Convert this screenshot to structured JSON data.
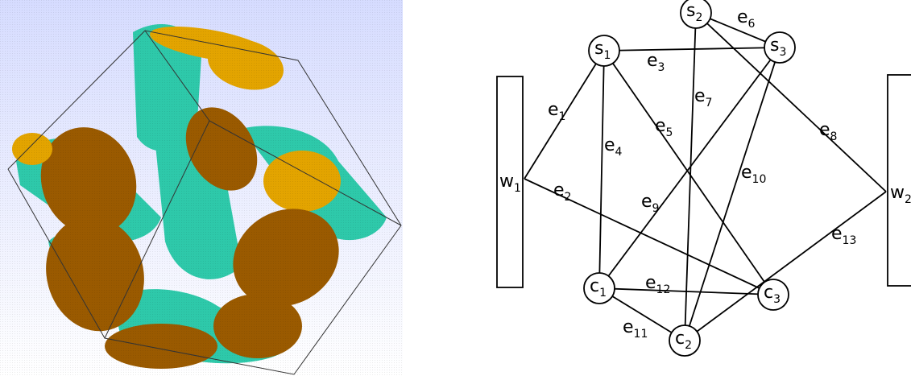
{
  "render": {
    "background_top": "#d6dcff",
    "background_bottom": "#ffffff",
    "fiber_color": "#2ec9aa",
    "cut_face_dark": "#9a5a00",
    "cut_face_light": "#e3a400"
  },
  "graph": {
    "walls": [
      {
        "id": "w1",
        "base": "w",
        "sub": "1"
      },
      {
        "id": "w2",
        "base": "w",
        "sub": "2"
      }
    ],
    "nodes": [
      {
        "id": "s1",
        "base": "s",
        "sub": "1"
      },
      {
        "id": "s2",
        "base": "s",
        "sub": "2"
      },
      {
        "id": "s3",
        "base": "s",
        "sub": "3"
      },
      {
        "id": "c1",
        "base": "c",
        "sub": "1"
      },
      {
        "id": "c2",
        "base": "c",
        "sub": "2"
      },
      {
        "id": "c3",
        "base": "c",
        "sub": "3"
      }
    ],
    "edges": [
      {
        "id": "e1",
        "from": "w1",
        "to": "s1",
        "base": "e",
        "sub": "1"
      },
      {
        "id": "e2",
        "from": "w1",
        "to": "c3",
        "base": "e",
        "sub": "2"
      },
      {
        "id": "e3",
        "from": "s1",
        "to": "s3",
        "base": "e",
        "sub": "3"
      },
      {
        "id": "e4",
        "from": "s1",
        "to": "c1",
        "base": "e",
        "sub": "4"
      },
      {
        "id": "e5",
        "from": "s1",
        "to": "c3",
        "base": "e",
        "sub": "5"
      },
      {
        "id": "e6",
        "from": "s2",
        "to": "s3",
        "base": "e",
        "sub": "6"
      },
      {
        "id": "e7",
        "from": "s2",
        "to": "c2",
        "base": "e",
        "sub": "7"
      },
      {
        "id": "e8",
        "from": "s2",
        "to": "w2",
        "base": "e",
        "sub": "8"
      },
      {
        "id": "e9",
        "from": "s3",
        "to": "c1",
        "base": "e",
        "sub": "9"
      },
      {
        "id": "e10",
        "from": "s3",
        "to": "c2",
        "base": "e",
        "sub": "10"
      },
      {
        "id": "e11",
        "from": "c1",
        "to": "c2",
        "base": "e",
        "sub": "11"
      },
      {
        "id": "e12",
        "from": "c1",
        "to": "c3",
        "base": "e",
        "sub": "12"
      },
      {
        "id": "e13",
        "from": "c2",
        "to": "w2",
        "base": "e",
        "sub": "13"
      }
    ]
  }
}
